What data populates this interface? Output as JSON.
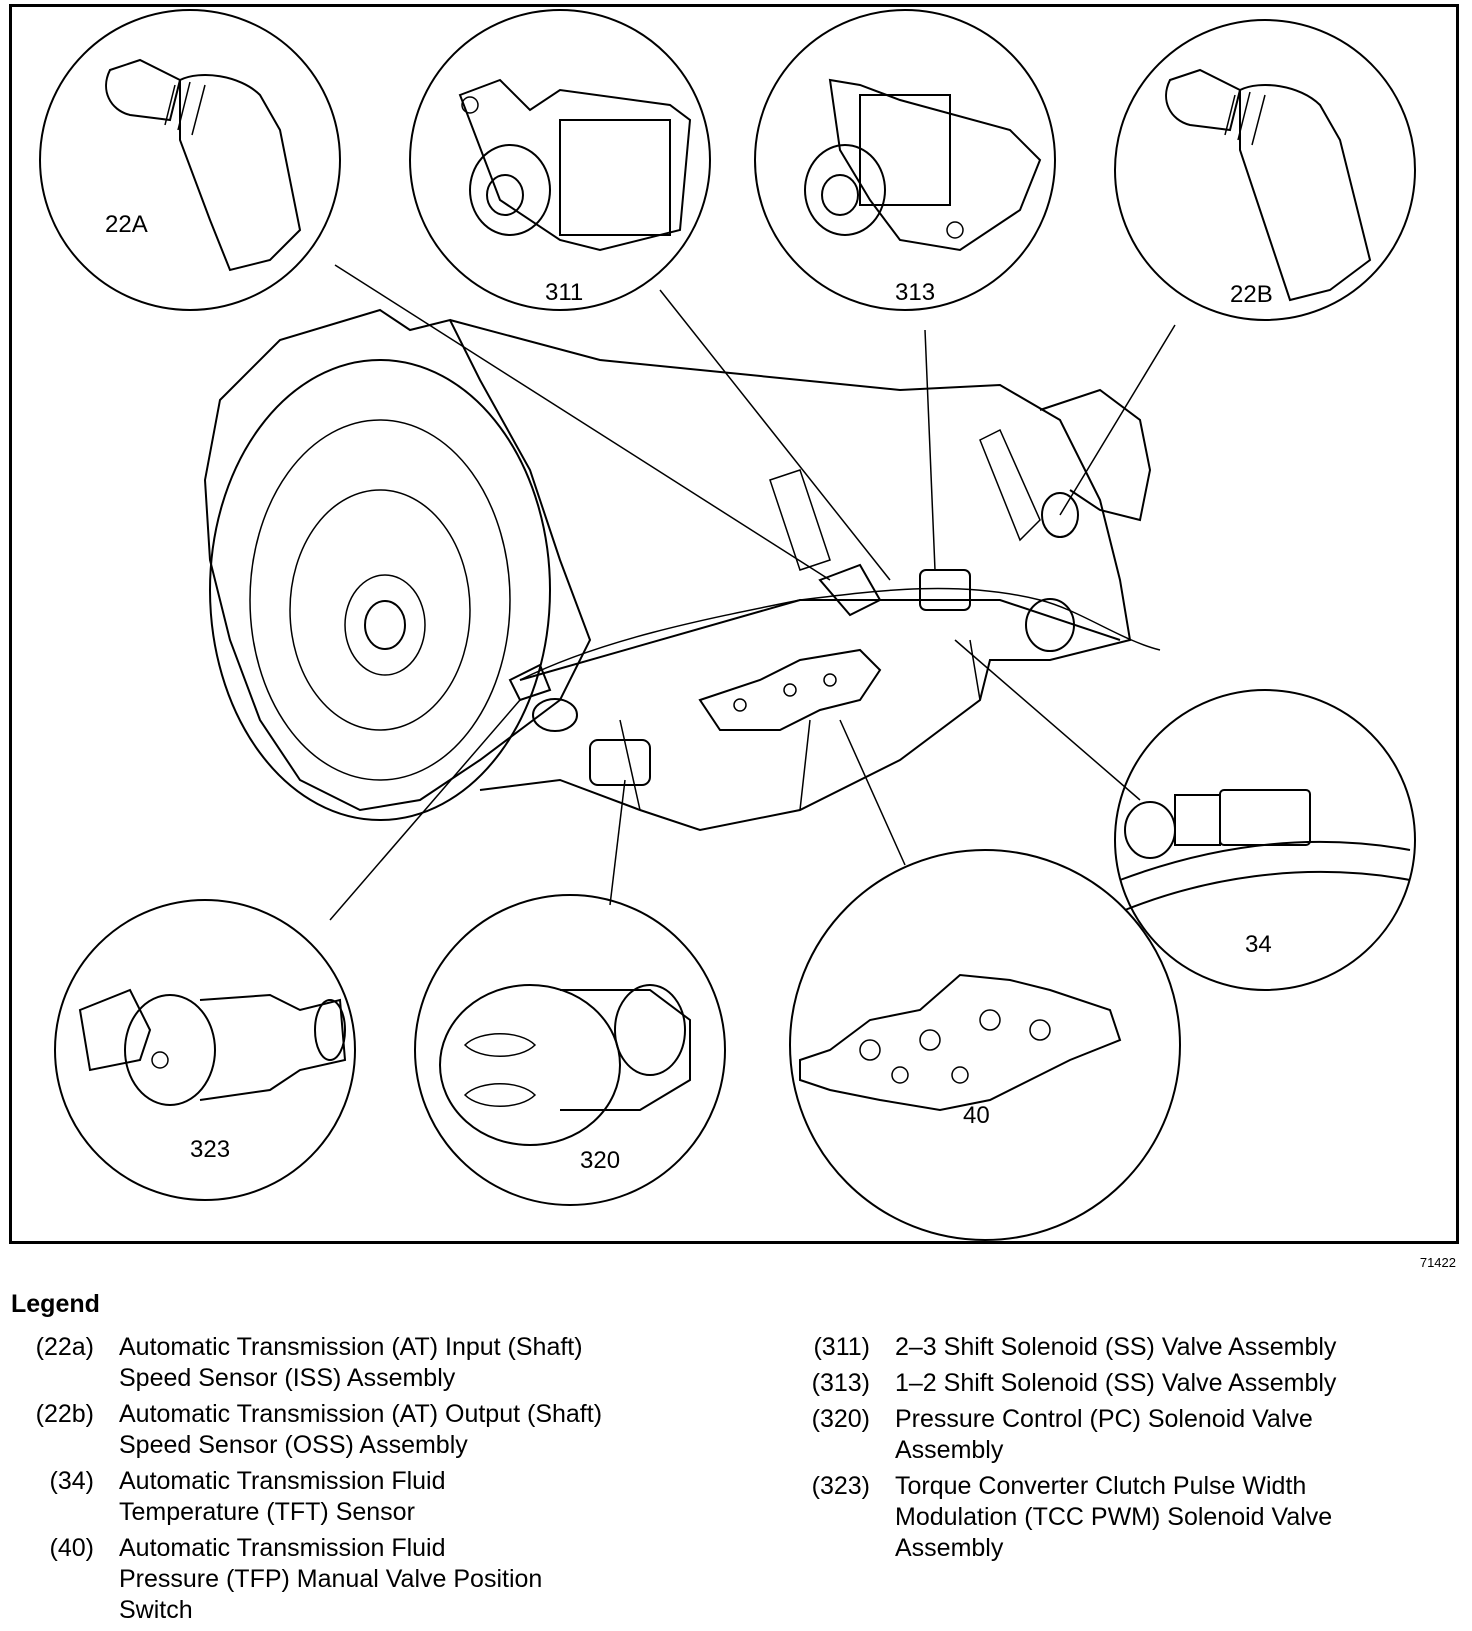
{
  "figure": {
    "number": "71422",
    "callouts": {
      "c22A": "22A",
      "c311": "311",
      "c313": "313",
      "c22B": "22B",
      "c34": "34",
      "c40": "40",
      "c320": "320",
      "c323": "323"
    }
  },
  "legend": {
    "title": "Legend",
    "left": [
      {
        "code": "(22a)",
        "lines": [
          "Automatic Transmission (AT) Input (Shaft)",
          "Speed Sensor (ISS) Assembly"
        ]
      },
      {
        "code": "(22b)",
        "lines": [
          "Automatic Transmission (AT) Output (Shaft)",
          "Speed Sensor (OSS) Assembly"
        ]
      },
      {
        "code": "(34)",
        "lines": [
          "Automatic Transmission Fluid",
          "Temperature (TFT) Sensor"
        ]
      },
      {
        "code": "(40)",
        "lines": [
          "Automatic Transmission Fluid",
          "Pressure (TFP) Manual Valve Position",
          "Switch"
        ]
      }
    ],
    "right": [
      {
        "code": "(311)",
        "lines": [
          "2–3 Shift Solenoid (SS) Valve Assembly"
        ]
      },
      {
        "code": "(313)",
        "lines": [
          "1–2 Shift Solenoid (SS) Valve Assembly"
        ]
      },
      {
        "code": "(320)",
        "lines": [
          "Pressure Control (PC) Solenoid Valve",
          "Assembly"
        ]
      },
      {
        "code": "(323)",
        "lines": [
          "Torque Converter Clutch Pulse Width",
          "Modulation (TCC PWM) Solenoid Valve",
          "Assembly"
        ]
      }
    ]
  }
}
